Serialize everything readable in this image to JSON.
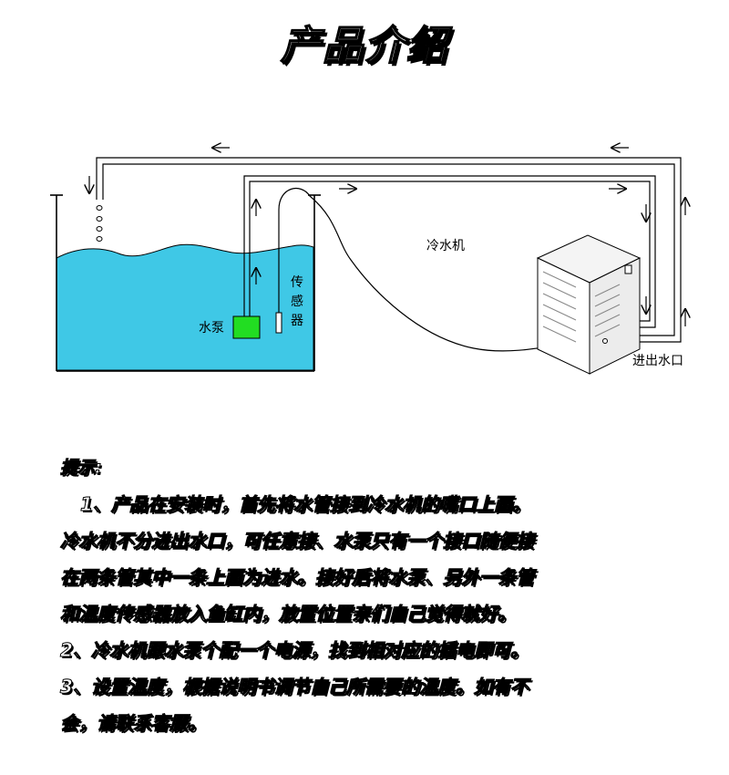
{
  "title": "产品介绍",
  "diagram": {
    "label_chiller": "冷水机",
    "label_pump": "水泵",
    "label_sensor": [
      "传",
      "感",
      "器"
    ],
    "label_inlet_outlet": "进出水口",
    "colors": {
      "water": "#3fc8e6",
      "pump": "#22dd22",
      "line": "#000000",
      "background": "#ffffff"
    }
  },
  "notes": {
    "heading": "提示:",
    "lines": [
      "1、产品在安装时，首先将水管接到冷水机的嘴口上面。",
      "冷水机不分进出水口，可任意接、水泵只有一个接口随便接",
      "在两条管其中一条上面为进水。接好后将水泵、另外一条管",
      "和温度传感器放入鱼缸内，放置位置亲们自己觉得就好。",
      "2、冷水机跟水泵个配一个电源，找到相对应的插电即可。",
      "3、设置温度，根据说明书调节自己所需要的温度。如有不",
      "会，请联系客服。"
    ]
  }
}
